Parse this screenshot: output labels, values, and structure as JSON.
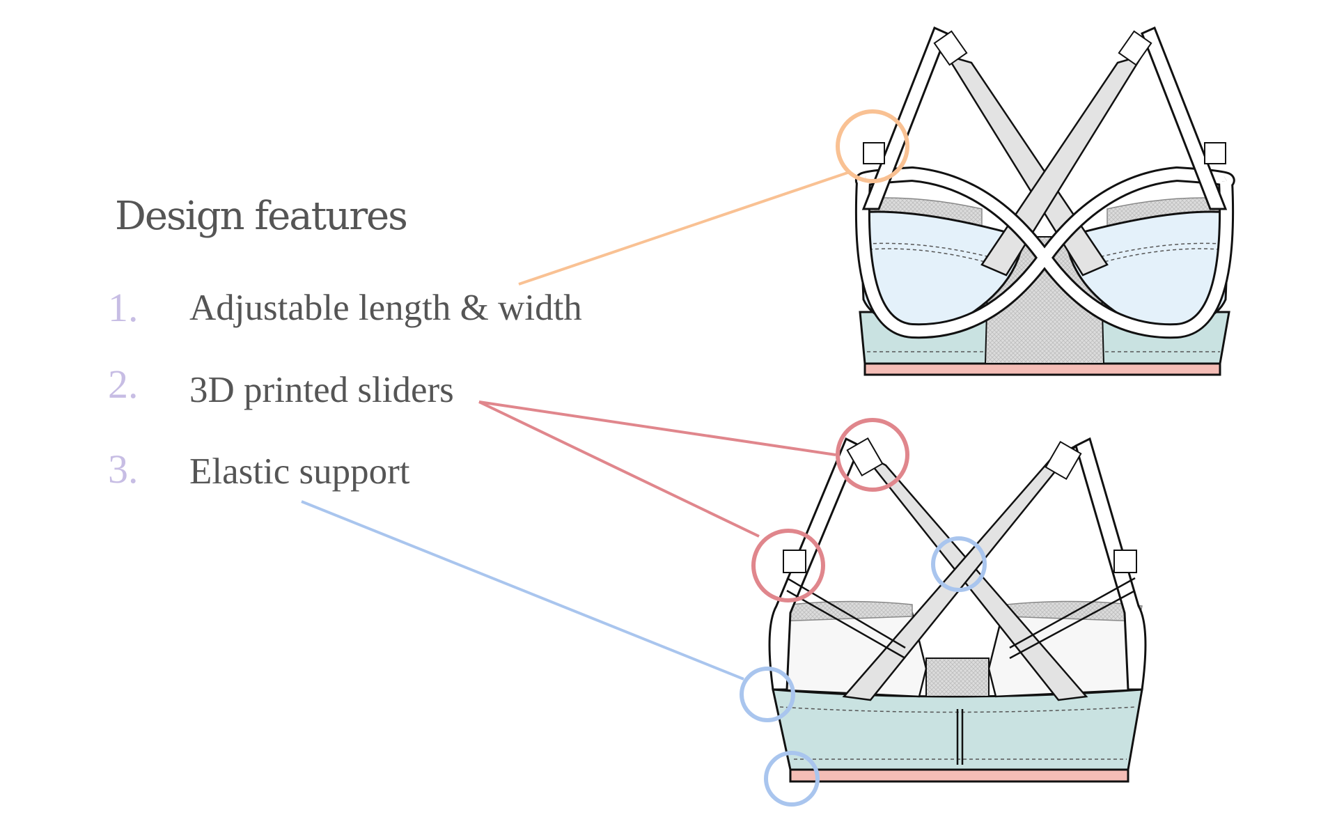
{
  "title": "Design features",
  "features": [
    {
      "number": "1.",
      "label": "Adjustable length & width"
    },
    {
      "number": "2.",
      "label": "3D printed sliders"
    },
    {
      "number": "3.",
      "label": "Elastic support"
    }
  ],
  "colors": {
    "text": "#555555",
    "numbers": "#c7bde4",
    "feature1_callout": "#f9c193",
    "feature2_callout": "#e0868c",
    "feature3_callout": "#a9c5ee",
    "cup_blue": "#e4f1fa",
    "band_teal": "#c9e2e1",
    "hem_pink": "#f4bdb6",
    "mesh_grey": "#d4d4d4",
    "strap_grey": "#e3e3e3"
  }
}
